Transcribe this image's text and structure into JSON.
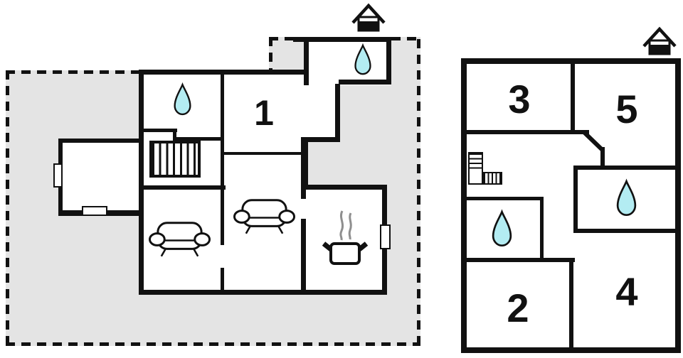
{
  "colors": {
    "wall": "#111111",
    "terrace_fill": "#e4e4e4",
    "water_drop_fill": "#b3ecf2",
    "water_drop_outline": "#111111",
    "steam": "#8f8f8f",
    "floor_fill": "#ffffff",
    "background": "#ffffff"
  },
  "icons": {
    "north_marker": "house-icon",
    "bathroom": "water-drop-icon",
    "living": "sofa-icon",
    "kitchen": "stove-pot-icon",
    "staircase": "stairs-icon"
  },
  "left_plan": {
    "rooms": [
      {
        "label": "1"
      }
    ]
  },
  "right_plan": {
    "rooms": [
      {
        "label": "3"
      },
      {
        "label": "5"
      },
      {
        "label": "2"
      },
      {
        "label": "4"
      }
    ]
  }
}
